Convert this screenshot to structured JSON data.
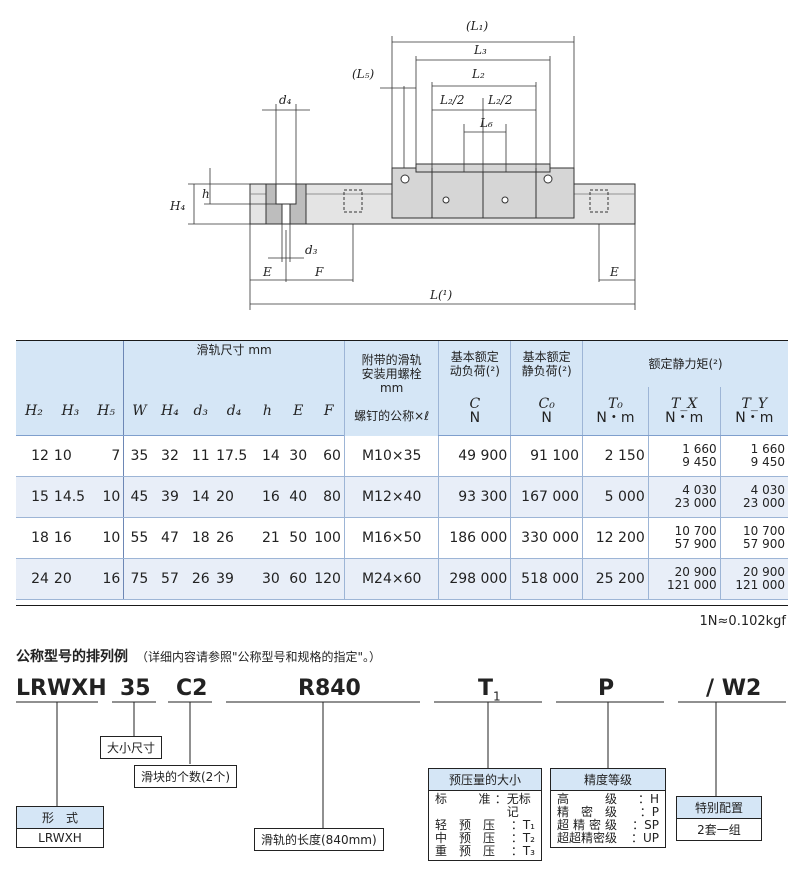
{
  "diagram": {
    "labels": {
      "L1": "(L₁)",
      "L3": "L₃",
      "L5": "(L₅)",
      "L2": "L₂",
      "L2half_a": "L₂/2",
      "L2half_b": "L₂/2",
      "L6": "L₆",
      "d4": "d₄",
      "H4": "H₄",
      "h": "h",
      "d3": "d₃",
      "E_left": "E",
      "F": "F",
      "E_right": "E",
      "L": "L(¹)"
    }
  },
  "table": {
    "group_headers": {
      "rail": "滑轨尺寸 mm",
      "bolt_l1": "附带的滑轨",
      "bolt_l2": "安装用螺栓",
      "bolt_l3": "mm",
      "bolt_sub": "螺钉的公称×ℓ",
      "dyn_l1": "基本额定",
      "dyn_l2": "动负荷(²)",
      "stat_l1": "基本额定",
      "stat_l2": "静负荷(²)",
      "moment": "额定静力矩(²)"
    },
    "columns": [
      "H₂",
      "H₃",
      "H₅",
      "W",
      "H₄",
      "d₃",
      "d₄",
      "h",
      "E",
      "F"
    ],
    "load_symbols": {
      "C": "C",
      "C0": "C₀",
      "T0": "T₀",
      "TX": "T_X",
      "TY": "T_Y"
    },
    "units": {
      "C": "N",
      "C0": "N",
      "T0": "N・m",
      "TX": "N・m",
      "TY": "N・m"
    },
    "rows": [
      {
        "H2": "12",
        "H3": "10",
        "H5": "7",
        "W": "35",
        "H4": "32",
        "d3": "11",
        "d4": "17.5",
        "h": "14",
        "E": "30",
        "F": "60",
        "bolt": "M10×35",
        "C": "49 900",
        "C0": "91 100",
        "T0": "2 150",
        "TX1": "1 660",
        "TX2": "9 450",
        "TY1": "1 660",
        "TY2": "9 450"
      },
      {
        "H2": "15",
        "H3": "14.5",
        "H5": "10",
        "W": "45",
        "H4": "39",
        "d3": "14",
        "d4": "20",
        "h": "16",
        "E": "40",
        "F": "80",
        "bolt": "M12×40",
        "C": "93 300",
        "C0": "167 000",
        "T0": "5 000",
        "TX1": "4 030",
        "TX2": "23 000",
        "TY1": "4 030",
        "TY2": "23 000"
      },
      {
        "H2": "18",
        "H3": "16",
        "H5": "10",
        "W": "55",
        "H4": "47",
        "d3": "18",
        "d4": "26",
        "h": "21",
        "E": "50",
        "F": "100",
        "bolt": "M16×50",
        "C": "186 000",
        "C0": "330 000",
        "T0": "12 200",
        "TX1": "10 700",
        "TX2": "57 900",
        "TY1": "10 700",
        "TY2": "57 900"
      },
      {
        "H2": "24",
        "H3": "20",
        "H5": "16",
        "W": "75",
        "H4": "57",
        "d3": "26",
        "d4": "39",
        "h": "30",
        "E": "60",
        "F": "120",
        "bolt": "M24×60",
        "C": "298 000",
        "C0": "518 000",
        "T0": "25 200",
        "TX1": "20 900",
        "TX2": "121 000",
        "TY1": "20 900",
        "TY2": "121 000"
      }
    ],
    "unit_note": "1N≈0.102kgf"
  },
  "example": {
    "title": "公称型号的排列例",
    "subtitle": "（详细内容请参照\"公称型号和规格的指定\"。）",
    "codes": {
      "series": "LRWXH",
      "size": "35",
      "blocks": "C2",
      "length": "R840",
      "preload": "T",
      "preload_sub": "1",
      "accuracy": "P",
      "special": "/ W2"
    },
    "boxes": {
      "size": "大小尺寸",
      "blocks": "滑块的个数(2个)",
      "form_head": "形　式",
      "form_body": "LRWXH",
      "length": "滑轨的长度(840mm)",
      "preload_head": "预压量的大小",
      "preload_opts": [
        [
          "标　准",
          "：无标记"
        ],
        [
          "轻预压",
          "：T₁"
        ],
        [
          "中预压",
          "：T₂"
        ],
        [
          "重预压",
          "：T₃"
        ]
      ],
      "accuracy_head": "精度等级",
      "accuracy_opts": [
        [
          "高　级",
          "：H"
        ],
        [
          "精　密　级",
          "：P"
        ],
        [
          "超精密级",
          "：SP"
        ],
        [
          "超超精密级",
          "：UP"
        ]
      ],
      "special_head": "特别配置",
      "special_body": "2套一组"
    }
  }
}
